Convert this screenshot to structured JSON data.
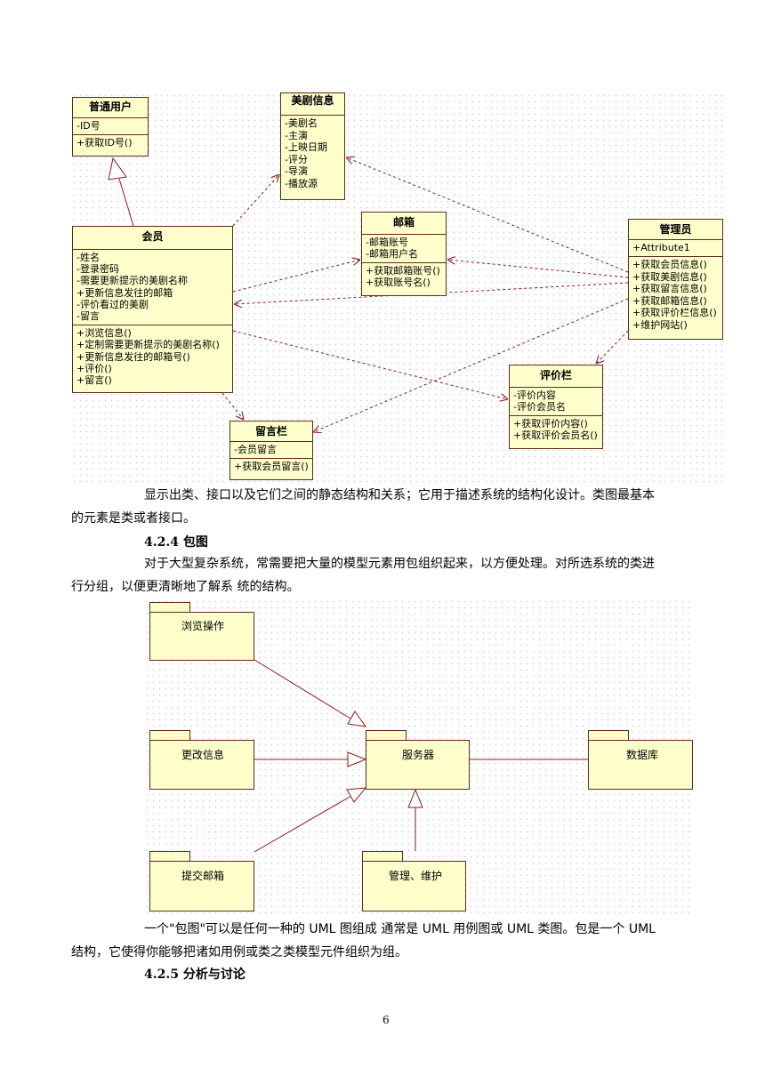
{
  "class_diagram": {
    "classes": {
      "normal_user": {
        "name": "普通用户",
        "attributes": [
          "-ID号"
        ],
        "operations": [
          "+获取ID号()"
        ]
      },
      "drama_info": {
        "name": "美剧信息",
        "attributes": [
          "-美剧名",
          "-主演",
          "-上映日期",
          "-评分",
          "-导演",
          "-播放源"
        ]
      },
      "member": {
        "name": "会员",
        "attributes": [
          "-姓名",
          "-登录密码",
          "-需要更新提示的美剧名称",
          "+更新信息发往的邮箱",
          "-评价看过的美剧",
          "-留言"
        ],
        "operations": [
          "+浏览信息()",
          "+定制需要更新提示的美剧名称()",
          "+更新信息发往的邮箱号()",
          "+评价()",
          "+留言()"
        ]
      },
      "mailbox": {
        "name": "邮箱",
        "attributes": [
          "-邮箱账号",
          "-邮箱用户名"
        ],
        "operations": [
          "+获取邮箱账号()",
          "+获取账号名()"
        ]
      },
      "admin": {
        "name": "管理员",
        "attributes": [
          "+Attribute1"
        ],
        "operations": [
          "+获取会员信息()",
          "+获取美剧信息()",
          "+获取留言信息()",
          "+获取邮箱信息()",
          "+获取评价栏信息()",
          "+维护网站()"
        ]
      },
      "comment_bar": {
        "name": "评价栏",
        "attributes": [
          "-评价内容",
          "-评价会员名"
        ],
        "operations": [
          "+获取评价内容()",
          "+获取评价会员名()"
        ]
      },
      "message_bar": {
        "name": "留言栏",
        "attributes": [
          "-会员留言"
        ],
        "operations": [
          "+获取会员留言()"
        ]
      }
    }
  },
  "text": {
    "para1_line1": "显示出类、接口以及它们之间的静态结构和关系；它用于描述系统的结构化设计。类图最基本",
    "para1_line2": "的元素是类或者接口。",
    "section_424": "4.2.4 包图",
    "para2_line1": "对于大型复杂系统，常需要把大量的模型元素用包组织起来，以方便处理。对所选系统的类进",
    "para2_line2": "行分组，以便更清晰地了解系    统的结构。",
    "para3_line1": "一个\"包图\"可以是任何一种的 UML 图组成 通常是 UML 用例图或 UML 类图。包是一个 UML",
    "para3_line2": "结构，它使得你能够把诸如用例或类之类模型元件组织为组。",
    "section_425": "4.2.5 分析与讨论",
    "page_number": "6"
  },
  "package_diagram": {
    "packages": {
      "browse": "浏览操作",
      "modify": "更改信息",
      "server": "服务器",
      "database": "数据库",
      "submit_mail": "提交邮箱",
      "manage": "管理、维护"
    }
  },
  "colors": {
    "box_fill": "#ffffcc",
    "line": "#8b1a1a",
    "border": "#5a2b1e"
  }
}
